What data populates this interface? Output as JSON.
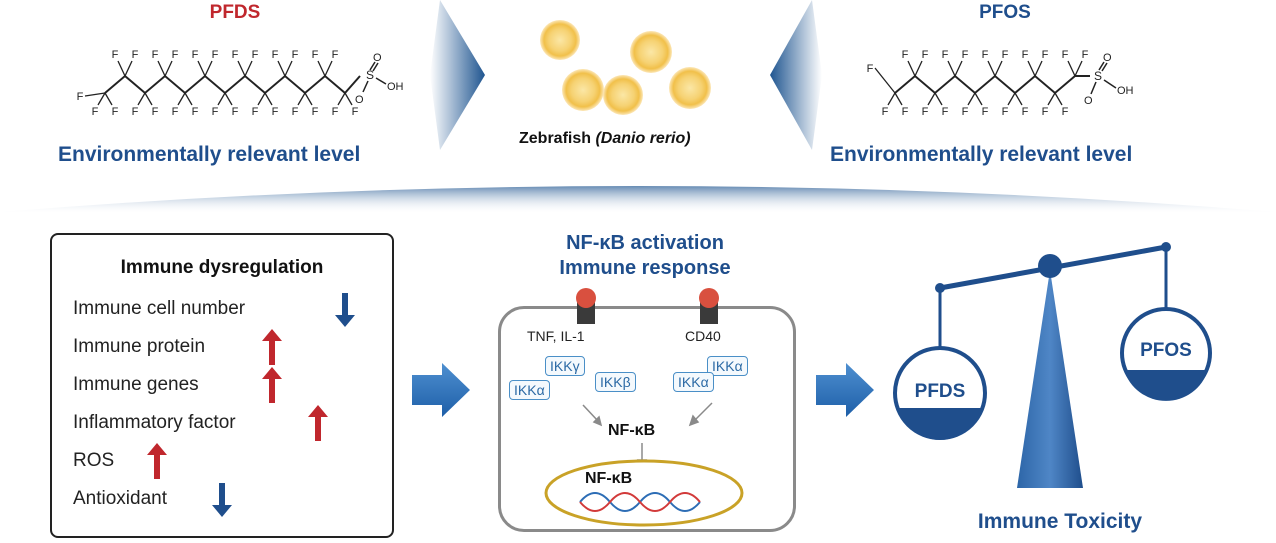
{
  "top": {
    "left_compound": "PFDS",
    "right_compound": "PFOS",
    "left_level": "Environmentally relevant level",
    "right_level": "Environmentally relevant level",
    "organism_prefix": "Zebrafish ",
    "organism_italic": "(Danio rerio)",
    "atom_f": "F",
    "atom_s": "S",
    "atom_o": "O",
    "atom_oh": "OH"
  },
  "immune_box": {
    "title": "Immune dysregulation",
    "items": [
      {
        "label": "Immune cell number",
        "direction": "down"
      },
      {
        "label": "Immune protein",
        "direction": "up"
      },
      {
        "label": "Immune genes",
        "direction": "up"
      },
      {
        "label": "Inflammatory factor",
        "direction": "up"
      },
      {
        "label": "ROS",
        "direction": "up"
      },
      {
        "label": "Antioxidant",
        "direction": "down"
      }
    ]
  },
  "pathway": {
    "heading_line1": "NF-κB activation",
    "heading_line2": "Immune response",
    "receptor_left": "TNF, IL-1",
    "receptor_right": "CD40",
    "ikk_gamma": "IKKγ",
    "ikk_beta": "IKKβ",
    "ikk_alpha_left": "IKKα",
    "ikk_alpha_right_top": "IKKα",
    "ikk_alpha_right_bottom": "IKKα",
    "nfkb_cytoplasm": "NF-κB",
    "nfkb_nucleus": "NF-κB"
  },
  "balance": {
    "left_pan": "PFDS",
    "right_pan": "PFOS",
    "caption": "Immune Toxicity"
  },
  "colors": {
    "blue_text": "#1f4e8c",
    "red_text": "#c0272d",
    "arrow_up": "#c0272d",
    "arrow_down": "#1f4e8c",
    "scale_blue": "#1f4e8c"
  }
}
